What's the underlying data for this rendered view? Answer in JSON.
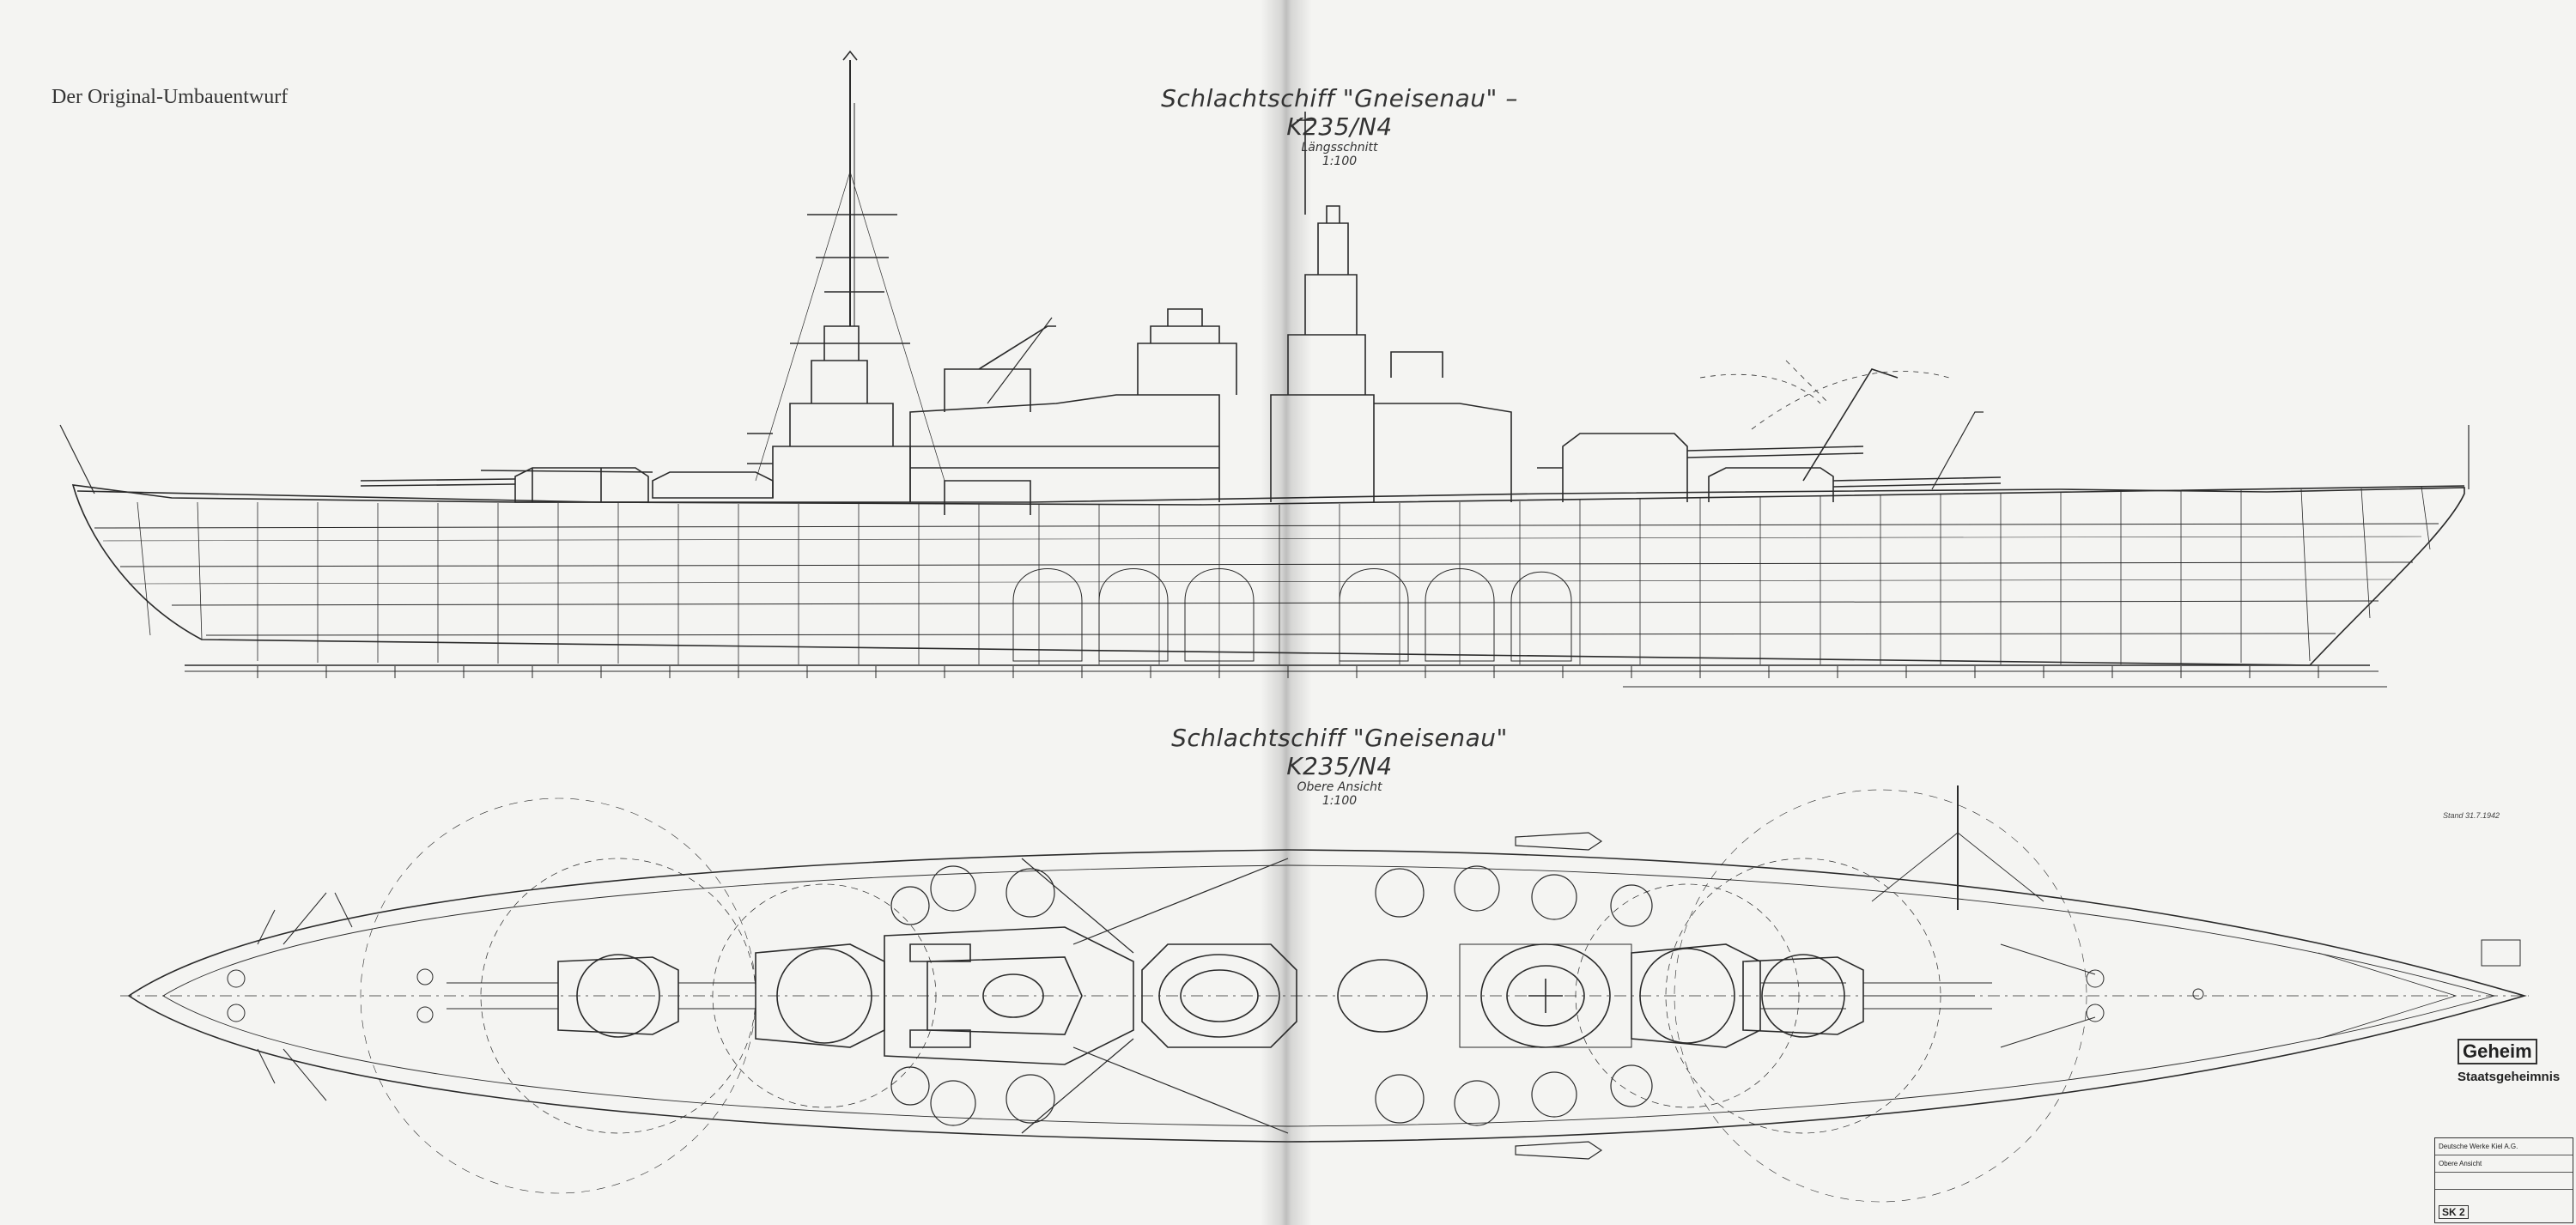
{
  "page": {
    "caption": "Der Original-Umbauentwurf"
  },
  "profile_view": {
    "title": "Schlachtschiff \"Gneisenau\" – K235/N4",
    "subtitle": "Längsschnitt",
    "scale": "1:100"
  },
  "plan_view": {
    "title": "Schlachtschiff \"Gneisenau\" K235/N4",
    "subtitle": "Obere Ansicht",
    "scale": "1:100"
  },
  "stamps": {
    "secret_label": "Geheim",
    "state_secret_label": "Staatsgeheimnis",
    "sheet_label": "SK 2",
    "title_block_rows": [
      "Deutsche Werke Kiel A.G.",
      "Obere Ansicht",
      ""
    ]
  },
  "colors": {
    "paper": "#f4f4f2",
    "ink": "#2a2a2a"
  }
}
